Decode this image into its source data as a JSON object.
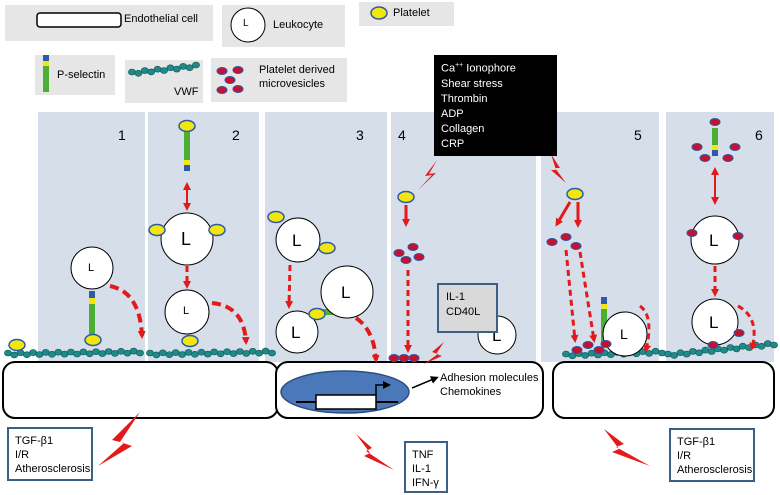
{
  "legend": {
    "endothelial_cell": "Endothelial cell",
    "leukocyte": "Leukocyte",
    "leukocyte_symbol": "L",
    "platelet": "Platelet",
    "p_selectin": "P-selectin",
    "vwf": "VWF",
    "microvesicles_line1": "Platelet derived",
    "microvesicles_line2": "microvesicles"
  },
  "panels": [
    "1",
    "2",
    "3",
    "4",
    "5",
    "6"
  ],
  "stimuli": [
    "Shear stress",
    "Thrombin",
    "ADP",
    "Collagen",
    "CRP"
  ],
  "stimuli_first": {
    "prefix": "Ca",
    "superscript": "++",
    "suffix": " Ionophore"
  },
  "cytokines_box": [
    "IL-1",
    "CD40L"
  ],
  "nucleus_outputs": [
    "Adhesion molecules",
    "Chemokines"
  ],
  "bottom_left": [
    "TGF-β1",
    "I/R",
    "Atherosclerosis"
  ],
  "bottom_middle": [
    "TNF",
    "IL-1",
    "IFN-γ"
  ],
  "bottom_right": [
    "TGF-β1",
    "I/R",
    "Atherosclerosis"
  ],
  "colors": {
    "panel_bg": "#d5dee9",
    "legend_bg": "#e6e6e6",
    "arrow_red": "#e31a1c",
    "vwf_teal": "#1f8a8a",
    "psel_green": "#4caf35",
    "psel_blue": "#2d5aa8",
    "platelet_yellow": "#f2e60f",
    "microvesicle_red": "#c8102e",
    "nucleus_blue": "#4a78b8",
    "box_border": "#3b5f86"
  }
}
